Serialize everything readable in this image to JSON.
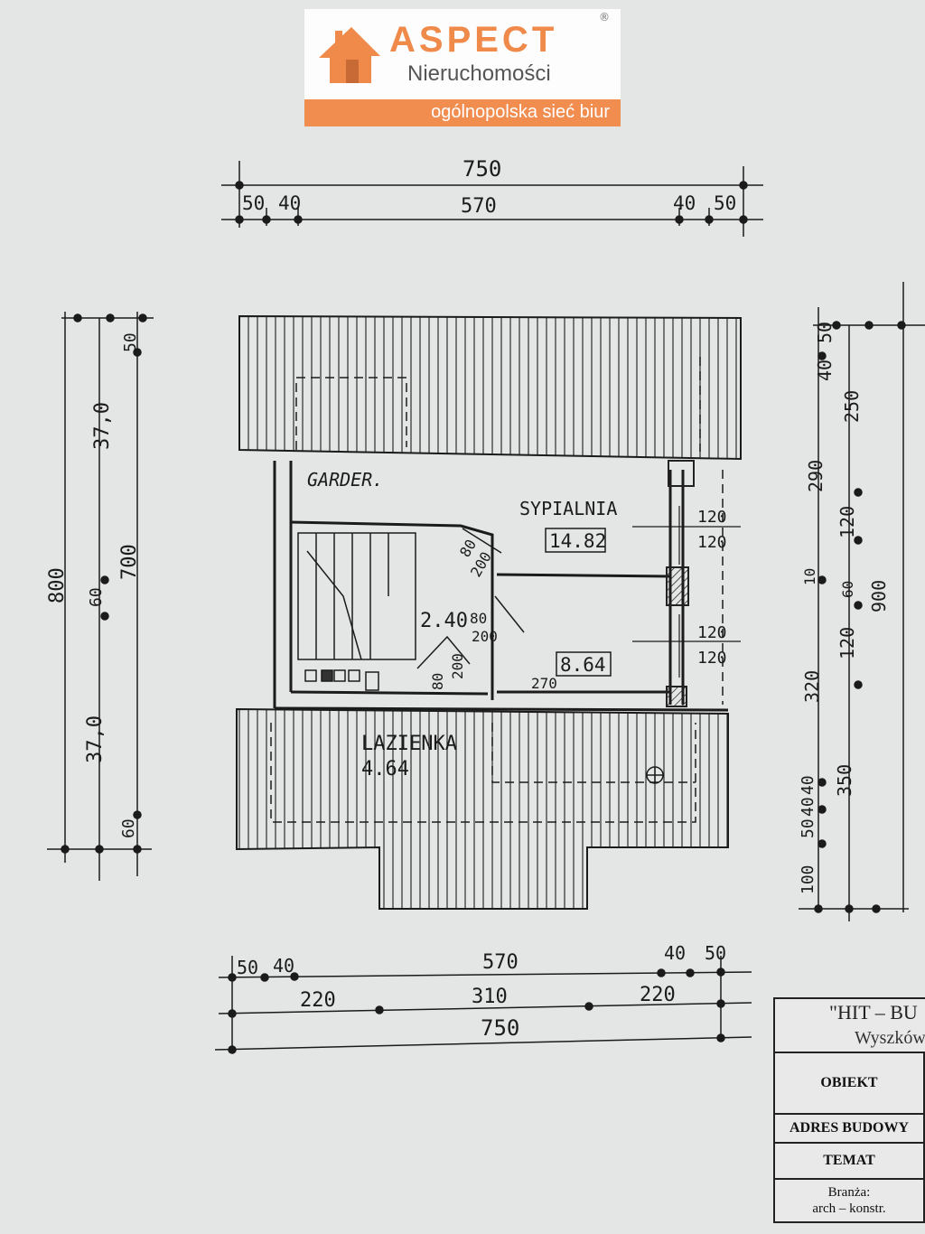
{
  "logo": {
    "brand": "ASPECT",
    "registered": "®",
    "subtitle": "Nieruchomości",
    "tagline": "ogólnopolska sieć biur",
    "colors": {
      "orange": "#f08a4b",
      "band": "#f28d50",
      "gray": "#555555"
    },
    "icon": "house-icon"
  },
  "dimensions": {
    "top_total": "750",
    "top_parts": [
      "50",
      "40",
      "570",
      "40",
      "50"
    ],
    "left_total": "800",
    "left_inner": [
      "37,0",
      "700",
      "37,0"
    ],
    "left_small": [
      "50",
      "60",
      "60"
    ],
    "right_outer": "900",
    "right_segments": [
      "40",
      "50",
      "250",
      "290",
      "120",
      "10",
      "60",
      "120",
      "320",
      "350",
      "40",
      "50",
      "40",
      "100"
    ],
    "bottom_row1": [
      "50",
      "40",
      "570",
      "40",
      "50"
    ],
    "bottom_row2": [
      "220",
      "310",
      "220"
    ],
    "bottom_total": "750"
  },
  "rooms": {
    "garderoba": "GARDER.",
    "sypialnia": "SYPIALNIA",
    "sypialnia_area": "14.82",
    "hall_area": "2.40",
    "room2_area": "8.64",
    "lazienka": "LAZIENKA",
    "lazienka_area": "4.64"
  },
  "plan_labels": {
    "window1_a": "120",
    "window1_b": "120",
    "window2_a": "120",
    "window2_b": "120",
    "door1_w": "80",
    "door1_h": "200",
    "door2_w": "80",
    "door2_h": "200",
    "door3_w": "80",
    "door3_h": "200",
    "wall_270": "270"
  },
  "title_block": {
    "project": "\"HIT – BU",
    "city": "Wyszków",
    "rows": [
      "OBIEKT",
      "ADRES BUDOWY",
      "TEMAT"
    ],
    "branch_label": "Branża:",
    "branch_value": "arch – konstr."
  }
}
